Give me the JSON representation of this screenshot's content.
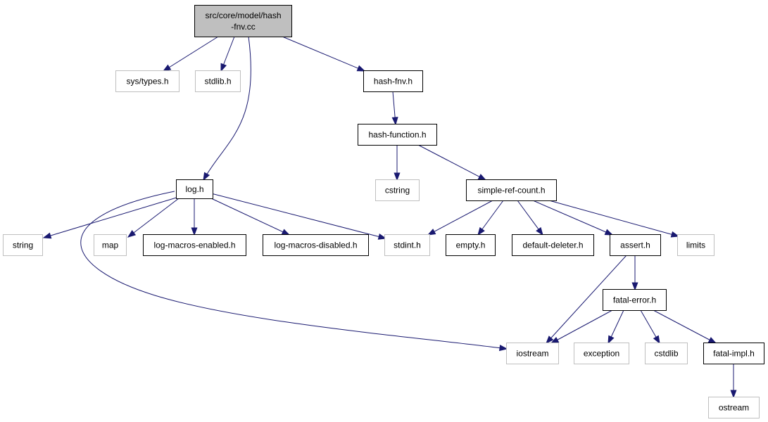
{
  "colors": {
    "edge": "#191970",
    "root_fill": "#bfbfbf",
    "root_border": "#000000",
    "documented_border": "#000000",
    "external_border": "#bfbfbf",
    "node_fill": "#ffffff",
    "text": "#000000"
  },
  "nodes": [
    {
      "id": "root",
      "kind": "root",
      "lines": [
        "src/core/model/hash",
        "-fnv.cc"
      ]
    },
    {
      "id": "sys_types",
      "kind": "external",
      "lines": [
        "sys/types.h"
      ]
    },
    {
      "id": "stdlib",
      "kind": "external",
      "lines": [
        "stdlib.h"
      ]
    },
    {
      "id": "hash_fnv",
      "kind": "documented",
      "lines": [
        "hash-fnv.h"
      ]
    },
    {
      "id": "hash_function",
      "kind": "documented",
      "lines": [
        "hash-function.h"
      ]
    },
    {
      "id": "log",
      "kind": "documented",
      "lines": [
        "log.h"
      ]
    },
    {
      "id": "cstring",
      "kind": "external",
      "lines": [
        "cstring"
      ]
    },
    {
      "id": "simple_ref_count",
      "kind": "documented",
      "lines": [
        "simple-ref-count.h"
      ]
    },
    {
      "id": "string",
      "kind": "external",
      "lines": [
        "string"
      ]
    },
    {
      "id": "map",
      "kind": "external",
      "lines": [
        "map"
      ]
    },
    {
      "id": "log_macros_enabled",
      "kind": "documented",
      "lines": [
        "log-macros-enabled.h"
      ]
    },
    {
      "id": "log_macros_disabled",
      "kind": "documented",
      "lines": [
        "log-macros-disabled.h"
      ]
    },
    {
      "id": "stdint",
      "kind": "external",
      "lines": [
        "stdint.h"
      ]
    },
    {
      "id": "empty",
      "kind": "documented",
      "lines": [
        "empty.h"
      ]
    },
    {
      "id": "default_deleter",
      "kind": "documented",
      "lines": [
        "default-deleter.h"
      ]
    },
    {
      "id": "assert",
      "kind": "documented",
      "lines": [
        "assert.h"
      ]
    },
    {
      "id": "limits",
      "kind": "external",
      "lines": [
        "limits"
      ]
    },
    {
      "id": "fatal_error",
      "kind": "documented",
      "lines": [
        "fatal-error.h"
      ]
    },
    {
      "id": "iostream",
      "kind": "external",
      "lines": [
        "iostream"
      ]
    },
    {
      "id": "exception",
      "kind": "external",
      "lines": [
        "exception"
      ]
    },
    {
      "id": "cstdlib",
      "kind": "external",
      "lines": [
        "cstdlib"
      ]
    },
    {
      "id": "fatal_impl",
      "kind": "documented",
      "lines": [
        "fatal-impl.h"
      ]
    },
    {
      "id": "ostream",
      "kind": "external",
      "lines": [
        "ostream"
      ]
    }
  ],
  "edges": [
    {
      "from": "root",
      "to": "sys_types"
    },
    {
      "from": "root",
      "to": "stdlib"
    },
    {
      "from": "root",
      "to": "hash_fnv"
    },
    {
      "from": "root",
      "to": "log"
    },
    {
      "from": "hash_fnv",
      "to": "hash_function"
    },
    {
      "from": "hash_function",
      "to": "cstring"
    },
    {
      "from": "hash_function",
      "to": "simple_ref_count"
    },
    {
      "from": "log",
      "to": "string"
    },
    {
      "from": "log",
      "to": "map"
    },
    {
      "from": "log",
      "to": "log_macros_enabled"
    },
    {
      "from": "log",
      "to": "log_macros_disabled"
    },
    {
      "from": "log",
      "to": "stdint"
    },
    {
      "from": "log",
      "to": "iostream"
    },
    {
      "from": "simple_ref_count",
      "to": "stdint"
    },
    {
      "from": "simple_ref_count",
      "to": "empty"
    },
    {
      "from": "simple_ref_count",
      "to": "default_deleter"
    },
    {
      "from": "simple_ref_count",
      "to": "assert"
    },
    {
      "from": "simple_ref_count",
      "to": "limits"
    },
    {
      "from": "assert",
      "to": "fatal_error"
    },
    {
      "from": "assert",
      "to": "iostream"
    },
    {
      "from": "fatal_error",
      "to": "iostream"
    },
    {
      "from": "fatal_error",
      "to": "exception"
    },
    {
      "from": "fatal_error",
      "to": "cstdlib"
    },
    {
      "from": "fatal_error",
      "to": "fatal_impl"
    },
    {
      "from": "fatal_impl",
      "to": "ostream"
    }
  ]
}
